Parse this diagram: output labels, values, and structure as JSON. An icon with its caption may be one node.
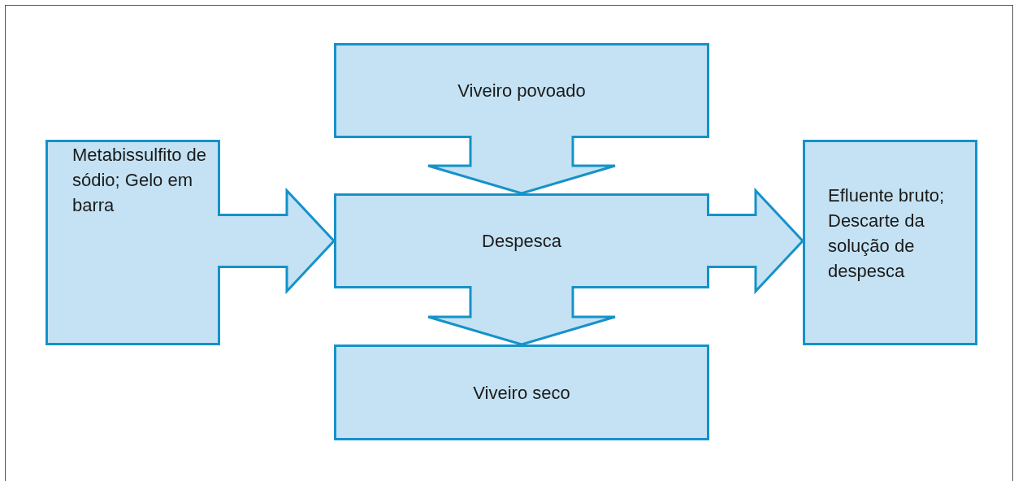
{
  "diagram": {
    "nodes": [
      {
        "text": [
          "Viveiro povoado"
        ]
      },
      {
        "text": [
          "Metabissulfito de sódio; Gelo em barra"
        ]
      },
      {
        "text": [
          "Despesca"
        ]
      },
      {
        "text": [
          "Efluente bruto; Descarte da solução de despesca"
        ]
      },
      {
        "text": [
          "Viveiro seco"
        ]
      }
    ],
    "edges": [
      {
        "from": 0,
        "to": 2,
        "arrow": "to"
      },
      {
        "from": 1,
        "to": 2,
        "arrow": "to"
      },
      {
        "from": 2,
        "to": 3,
        "arrow": "to"
      },
      {
        "from": 2,
        "to": 4,
        "arrow": "to"
      }
    ]
  }
}
